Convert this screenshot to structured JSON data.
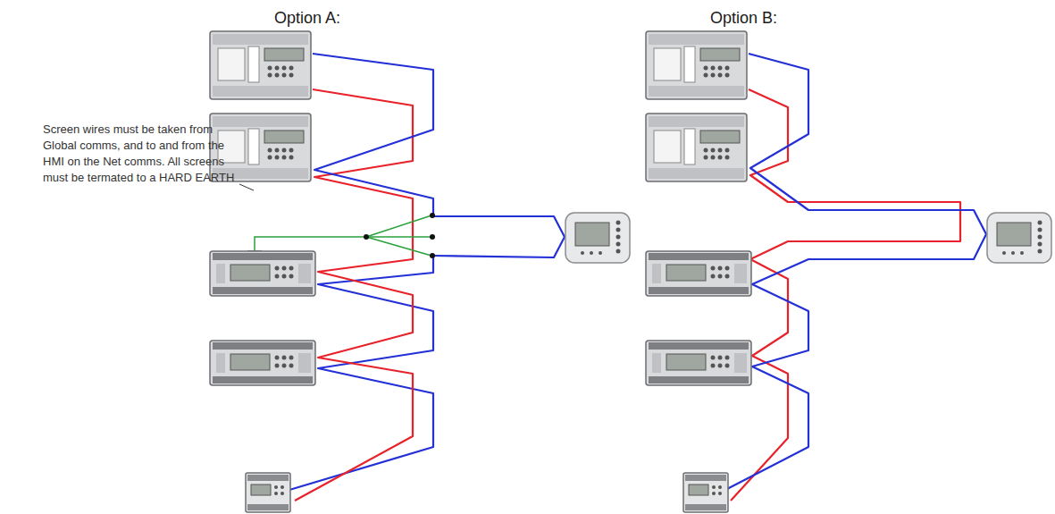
{
  "diagram": {
    "labels": [
      "Option A:",
      "Option B:",
      "Screen wires must be taken from Global comms, and to and from the HMI on the Net comms. All screens must be termated to a HARD EARTH"
    ]
  }
}
